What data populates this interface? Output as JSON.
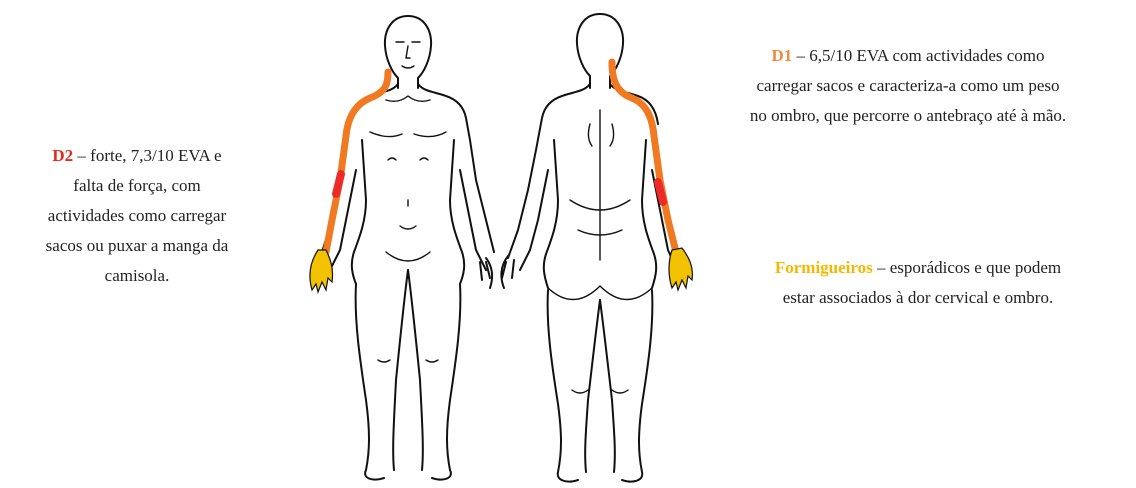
{
  "annotations": {
    "d2": {
      "tag": "D2",
      "text_line1": " – forte, 7,3/10 EVA e",
      "text_rest": [
        "falta de força, com",
        "actividades como carregar",
        "sacos ou puxar a manga da",
        "camisola."
      ],
      "color": "#e8291c"
    },
    "d1": {
      "tag": "D1",
      "text_line1": " – 6,5/10 EVA com actividades como",
      "text_rest": [
        "carregar sacos e caracteriza-a como um peso",
        "no ombro, que percorre o antebraço até à mão."
      ],
      "color": "#f08a3c"
    },
    "formigueiros": {
      "tag": "Formigueiros",
      "text_line1": " – esporádicos e que podem",
      "text_rest": [
        "estar associados à dor cervical e ombro."
      ],
      "color": "#f5b800"
    }
  },
  "colors": {
    "pain_path": "#f07a22",
    "pain_spot": "#ec2a2a",
    "tingling": "#f2c200",
    "outline": "#111111"
  },
  "icons": {
    "front_figure": "human-body-front-icon",
    "back_figure": "human-body-back-icon"
  }
}
